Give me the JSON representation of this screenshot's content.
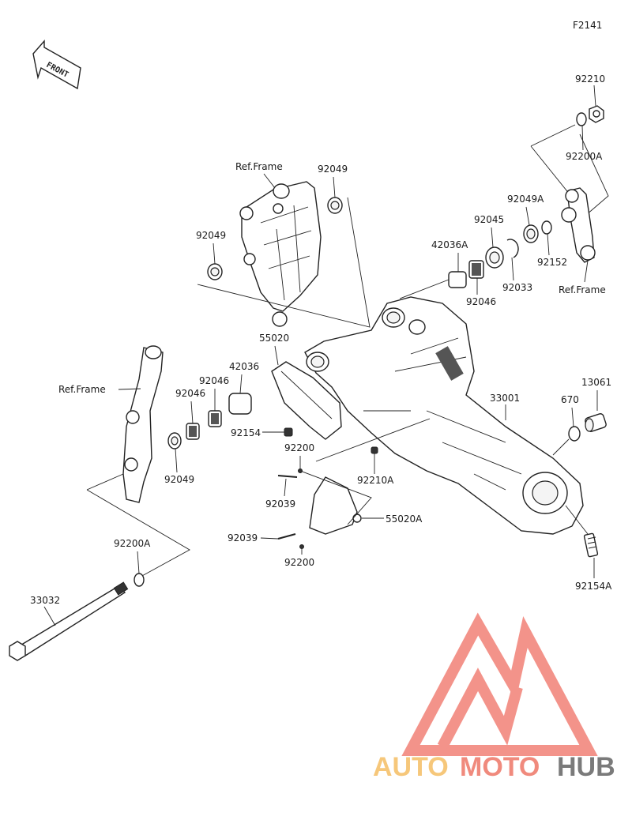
{
  "figure_code": "F2141",
  "front_label": "FRONT",
  "labels": {
    "ref_frame_top": "Ref.Frame",
    "p92049_top": "92049",
    "p92049_left": "92049",
    "p92210": "92210",
    "p92200A_top": "92200A",
    "p92049A": "92049A",
    "p92045": "92045",
    "p42036A": "42036A",
    "p92152": "92152",
    "p92033": "92033",
    "p92046_mid": "92046",
    "ref_frame_right": "Ref.Frame",
    "p55020": "55020",
    "p42036": "42036",
    "p92046_a": "92046",
    "p92046_b": "92046",
    "ref_frame_left": "Ref.Frame",
    "p33001": "33001",
    "p13061": "13061",
    "p670": "670",
    "p92154": "92154",
    "p92049_low": "92049",
    "p92200_a": "92200",
    "p92210A": "92210A",
    "p92039_a": "92039",
    "p55020A": "55020A",
    "p92039_b": "92039",
    "p92200_b": "92200",
    "p92200A_low": "92200A",
    "p33032": "33032",
    "p92154A": "92154A"
  },
  "watermark": {
    "part1": "AUTO",
    "part2": "MOTO",
    "part3": "HUB",
    "color_auto": "#f6c77a",
    "color_moto": "#f08a7d",
    "color_hub": "#7a7a7a",
    "triangle_color": "#f3938a"
  }
}
